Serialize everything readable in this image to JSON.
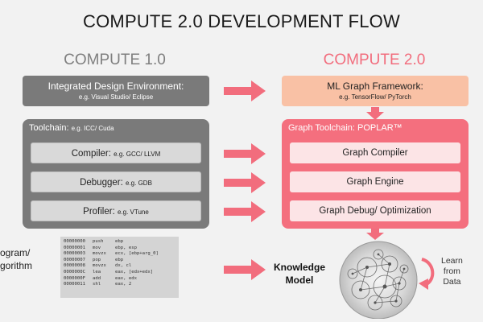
{
  "title": "COMPUTE 2.0 DEVELOPMENT FLOW",
  "left": {
    "heading": "COMPUTE 1.0",
    "ide": {
      "main": "Integrated Design Environment:",
      "sub": "e.g. Visual Studio/ Eclipse"
    },
    "toolchain": {
      "label": "Toolchain:",
      "label_sub": "e.g. ICC/ Cuda",
      "items": [
        {
          "main": "Compiler:",
          "sub": "e.g. GCC/ LLVM"
        },
        {
          "main": "Debugger:",
          "sub": "e.g. GDB"
        },
        {
          "main": "Profiler:",
          "sub": "e.g. VTune"
        }
      ]
    },
    "program_label_1": "ogram/",
    "program_label_2": "gorithm",
    "code_lines": [
      [
        "00000000",
        "push",
        "ebp"
      ],
      [
        "00000001",
        "mov",
        "ebp, esp"
      ],
      [
        "00000003",
        "movzx",
        "ecx, [ebp+arg_0]"
      ],
      [
        "00000007",
        "pop",
        "ebp"
      ],
      [
        "00000008",
        "movzx",
        "dx, cl"
      ],
      [
        "0000000C",
        "lea",
        "eax, [edx+edx]"
      ],
      [
        "0000000F",
        "add",
        "eax, edx"
      ],
      [
        "00000011",
        "shl",
        "eax, 2"
      ]
    ]
  },
  "right": {
    "heading": "COMPUTE 2.0",
    "framework": {
      "main": "ML Graph Framework:",
      "sub": "e.g. TensorFlow/ PyTorch"
    },
    "toolchain": {
      "label": "Graph Toolchain: POPLAR™",
      "items": [
        {
          "main": "Graph Compiler"
        },
        {
          "main": "Graph Engine"
        },
        {
          "main": "Graph Debug/ Optimization"
        }
      ]
    },
    "knowledge_1": "Knowledge",
    "knowledge_2": "Model",
    "learn_1": "Learn",
    "learn_2": "from",
    "learn_3": "Data"
  },
  "colors": {
    "gray": "#7a7a7a",
    "pink": "#f46f7e",
    "peach": "#f9c1a5",
    "arrow": "#f26d7d"
  }
}
